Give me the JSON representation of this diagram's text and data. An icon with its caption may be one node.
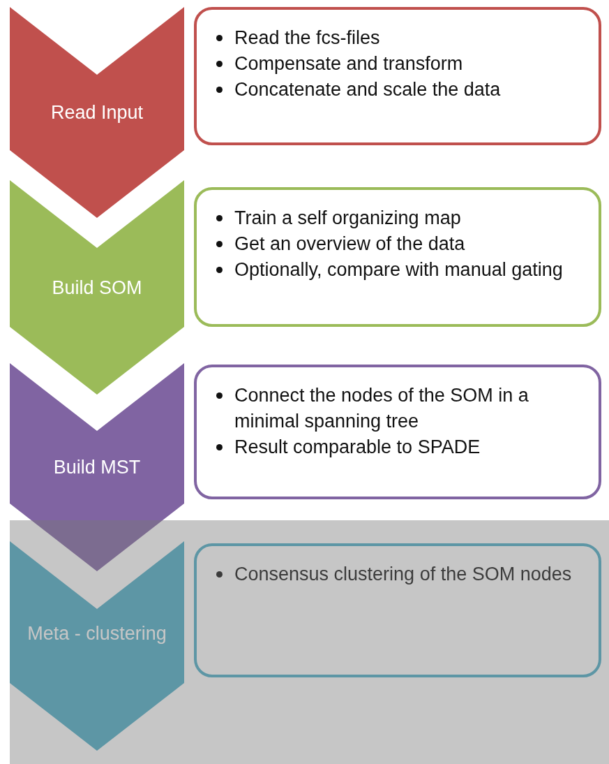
{
  "diagram": {
    "nodes": [
      {
        "text": [
          "Read Input"
        ]
      },
      {
        "text": [
          "Read the fcs-files",
          "Compensate and transform",
          "Concatenate and scale the data"
        ]
      },
      {
        "text": [
          "Build SOM"
        ]
      },
      {
        "text": [
          "Train a self organizing map",
          "Get an overview of the data",
          "Optionally, compare with manual gating"
        ]
      },
      {
        "text": [
          "Build MST"
        ]
      },
      {
        "text": [
          "Connect the nodes of the SOM in a minimal spanning tree",
          "Result comparable to SPADE"
        ]
      },
      {
        "text": [
          "Meta - clustering"
        ]
      },
      {
        "text": [
          "Consensus clustering of the SOM nodes"
        ]
      }
    ]
  }
}
